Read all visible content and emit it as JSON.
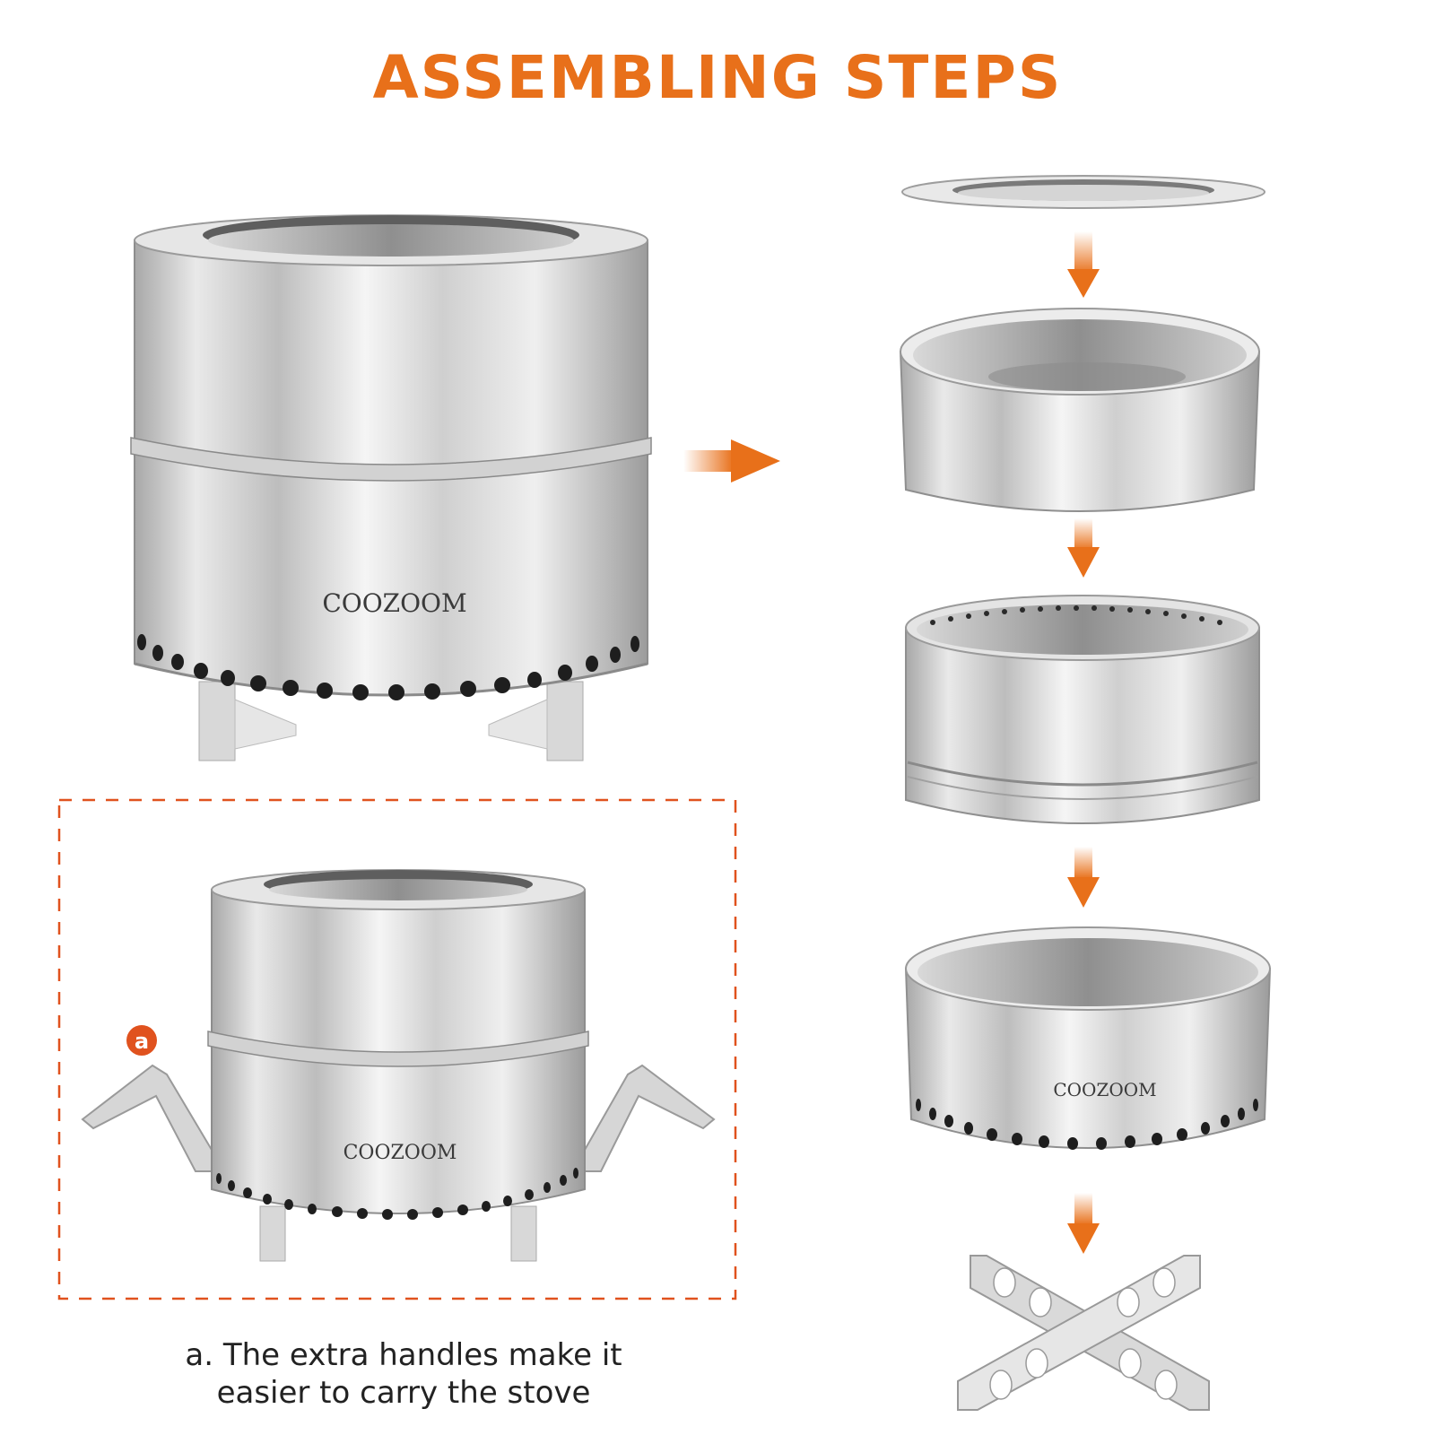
{
  "title": "ASSEMBLING STEPS",
  "brand": "COOZOOM",
  "callout_marker": "a",
  "caption": {
    "line1": "a. The extra handles make it",
    "line2": "easier to carry the stove"
  },
  "colors": {
    "accent": "#e8701a",
    "dashed_frame": "#e0521e",
    "steel_light": "#f2f2f2",
    "steel_dark": "#9a9a9a"
  },
  "icons": [
    "arrow-right-icon",
    "arrow-down-icon"
  ]
}
